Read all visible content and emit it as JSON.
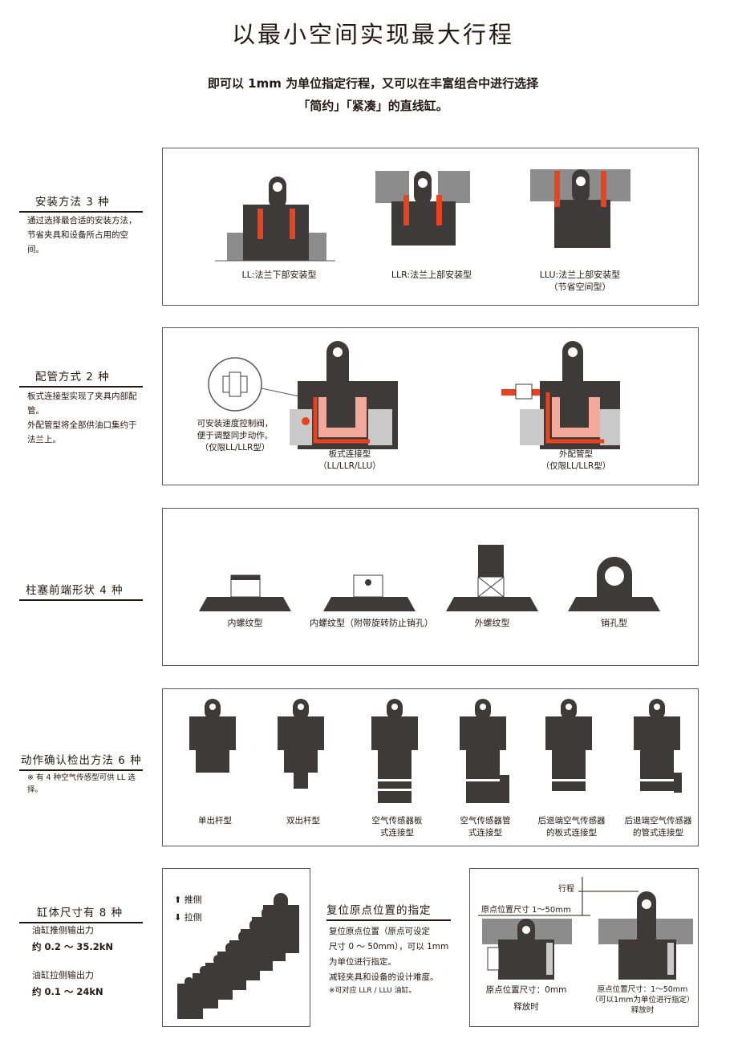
{
  "header": {
    "title": "以最小空间实现最大行程",
    "sub1": "即可以 1mm 为单位指定行程，又可以在丰富组合中进行选择",
    "sub2": "「简约」「紧凑」的直线缸。"
  },
  "s1": {
    "heading": "安装方法   3 种",
    "desc": "通过选择最合适的安装方法，节省夹具和设备所占用的空间。",
    "items": [
      {
        "label": "LL:法兰下部安装型",
        "sub": ""
      },
      {
        "label": "LLR:法兰上部安装型",
        "sub": ""
      },
      {
        "label": "LLU:法兰上部安装型",
        "sub": "（节省空间型）"
      }
    ]
  },
  "s2": {
    "heading": "配管方式   2 种",
    "desc1": "板式连接型实现了夹具内部配管。",
    "desc2": "外配管型将全部供油口集约于法兰上。",
    "callout": [
      "可安装速度控制阀，",
      "便于调整同步动作。",
      "（仅限LL/LLR型）"
    ],
    "items": [
      {
        "label": "板式连接型",
        "sub": "（LL/LLR/LLU）"
      },
      {
        "label": "外配管型",
        "sub": "（仅限LL/LLR型）"
      }
    ]
  },
  "s3": {
    "heading": "柱塞前端形状   4 种",
    "items": [
      "内螺纹型",
      "内螺纹型（附带旋转防止销孔）",
      "外螺纹型",
      "销孔型"
    ]
  },
  "s4": {
    "heading": "动作确认检出方法 6 种",
    "note": "※ 有 4 种空气传感型可供 LL 选择。",
    "items": [
      [
        "单出杆型",
        ""
      ],
      [
        "双出杆型",
        ""
      ],
      [
        "空气传感器板",
        "式连接型"
      ],
      [
        "空气传感器管",
        "式连接型"
      ],
      [
        "后退端空气传感器",
        "的板式连接型"
      ],
      [
        "后退端空气传感器",
        "的管式连接型"
      ]
    ]
  },
  "s5": {
    "heading": "缸体尺寸有   8 种",
    "push1": "油缸推侧输出力",
    "push2": "约 0.2 ～ 35.2kN",
    "pull1": "油缸拉侧输出力",
    "pull2": "约 0.1 ～ 24kN",
    "legend_push": "推侧",
    "legend_pull": "拉侧"
  },
  "s6": {
    "heading": "复位原点位置的指定",
    "body": [
      "复位原点位置（原点可设定",
      "尺寸 0 ～ 50mm），可以 1mm",
      "为单位进行指定。",
      "减轻夹具和设备的设计难度。"
    ],
    "note": "※可对应 LLR / LLU 油缸。",
    "stroke": "行程",
    "origin": "原点位置尺寸 1～50mm",
    "left_cap": "原点位置尺寸：0mm",
    "left_state": "释放时",
    "right_cap": "原点位置尺寸：1～50mm",
    "right_sub": "（可以1mm为单位进行指定）",
    "right_state": "释放时"
  }
}
